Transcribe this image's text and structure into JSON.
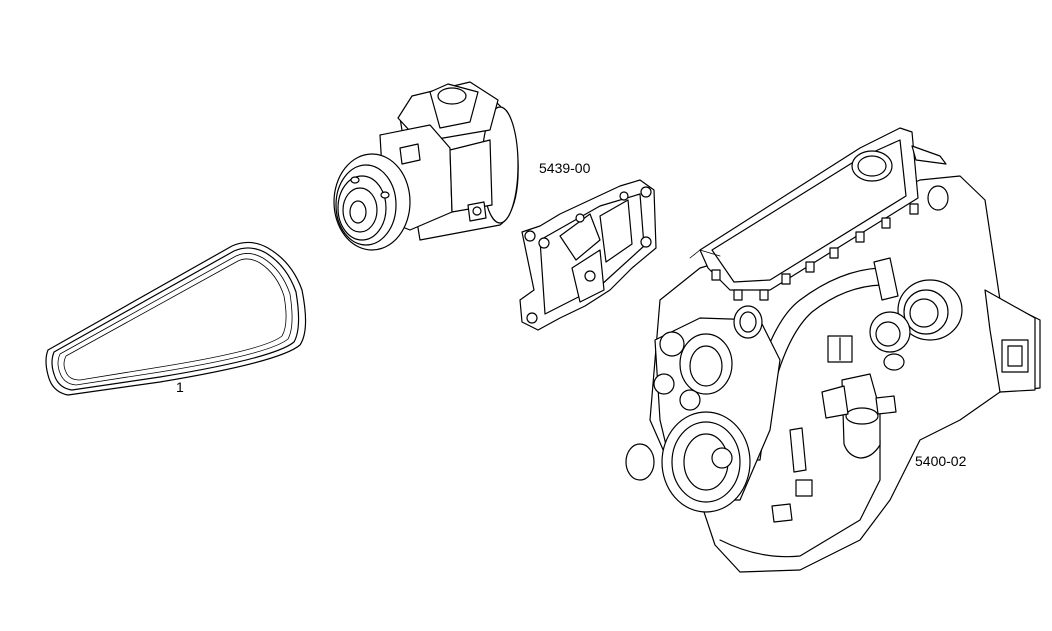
{
  "diagram": {
    "parts": [
      {
        "id": "belt",
        "label": "1"
      },
      {
        "id": "compressor",
        "label": ""
      },
      {
        "id": "bracket",
        "label": "5439-00"
      },
      {
        "id": "engine",
        "label": "5400-02"
      }
    ],
    "colors": {
      "line": "#000000",
      "background": "#ffffff"
    }
  }
}
